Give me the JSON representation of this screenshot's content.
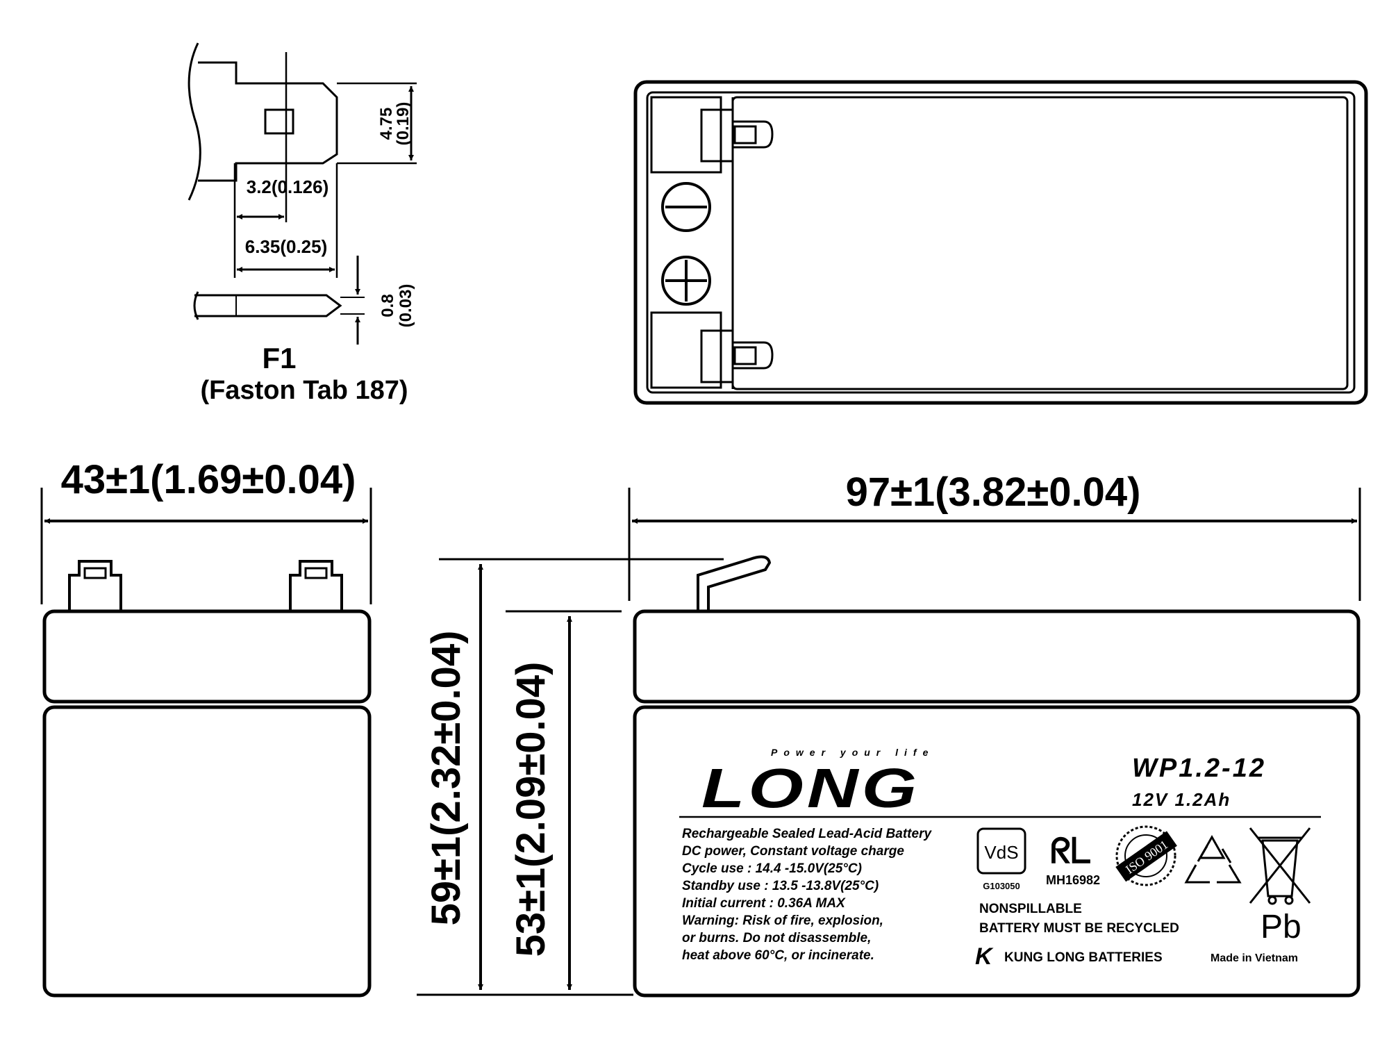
{
  "terminal": {
    "dim_tab_height": "4.75",
    "dim_tab_height_in": "(0.19)",
    "dim_hole_offset": "3.2(0.126)",
    "dim_tab_width": "6.35(0.25)",
    "dim_thickness": "0.8",
    "dim_thickness_in": "(0.03)",
    "name": "F1",
    "type": "(Faston Tab 187)"
  },
  "dimensions": {
    "width": "43±1(1.69±0.04)",
    "length": "97±1(3.82±0.04)",
    "total_height": "59±1(2.32±0.04)",
    "box_height": "53±1(2.09±0.04)"
  },
  "top_view": {
    "negative_symbol": "⊖",
    "positive_symbol": "⊕"
  },
  "label": {
    "brand": "LONG",
    "tagline": "Power your life",
    "model": "WP1.2-12",
    "rating": "12V 1.2Ah",
    "lines": [
      "Rechargeable Sealed Lead-Acid Battery",
      "DC power, Constant voltage charge",
      "Cycle  use : 14.4 -15.0V(25°C)",
      "Standby use : 13.5 -13.8V(25°C)",
      "Initial current : 0.36A MAX",
      "Warning: Risk of fire, explosion,",
      "or burns. Do not disassemble,",
      "heat above 60°C, or incinerate."
    ],
    "vds": "VdS",
    "vds_code": "G103050",
    "ul_mark": "ᖇᒪ",
    "ul_code": "MH16982",
    "iso": "ISO 9001",
    "recycle_icon": "recycle-icon",
    "bin_icon": "crossed-bin-icon",
    "nonspillable": "NONSPILLABLE",
    "recycled": "BATTERY MUST BE RECYCLED",
    "maker": "KUNG LONG BATTERIES",
    "maker_logo": "K",
    "pb": "Pb",
    "origin": "Made in Vietnam"
  }
}
